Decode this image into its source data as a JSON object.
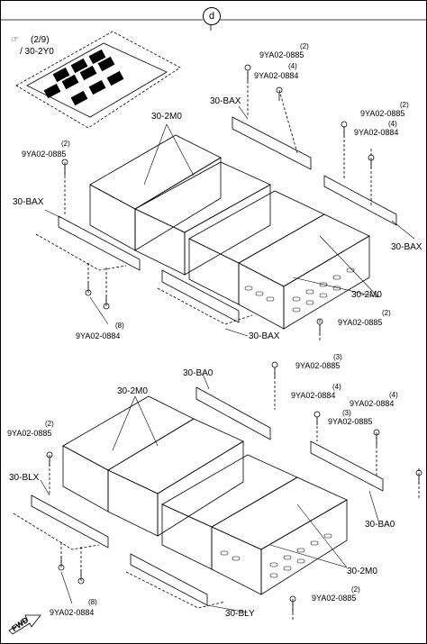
{
  "marker": "d",
  "ref_page": "(2/9)",
  "ref_code": "/ 30-2Y0",
  "labels": {
    "p_30_2m0": "30-2M0",
    "p_30_bax": "30-BAX",
    "p_30_ba0": "30-BA0",
    "p_30_blx": "30-BLX",
    "p_30_bly": "30-BLY",
    "bolt_0885": "9YA02-0885",
    "bolt_0884": "9YA02-0884"
  },
  "qty": {
    "q2": "(2)",
    "q3": "(3)",
    "q4": "(4)",
    "q8": "(8)"
  },
  "fwd": "FWD"
}
